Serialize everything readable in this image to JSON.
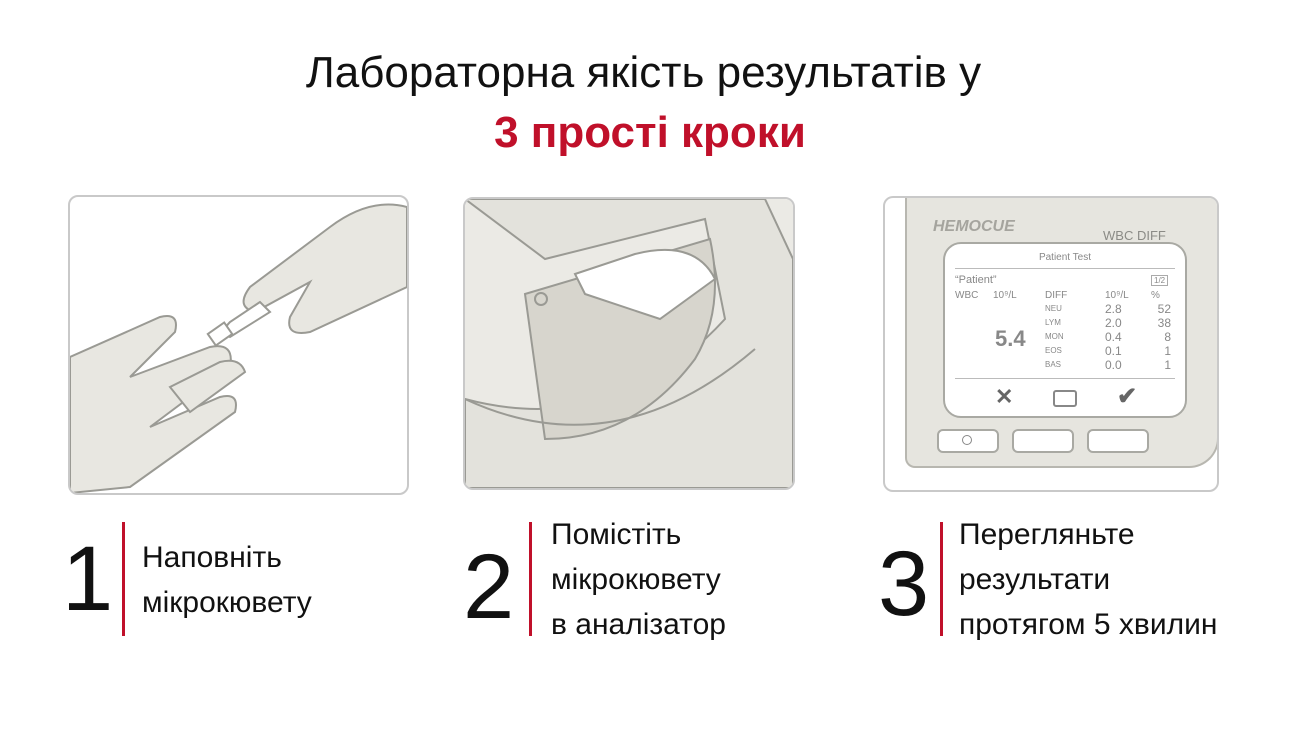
{
  "title": {
    "line1": "Лабораторна якість результатів у",
    "line2": "3 прості кроки"
  },
  "steps": [
    {
      "number": "1",
      "lines": [
        "Наповніть",
        "мікрокювету"
      ]
    },
    {
      "number": "2",
      "lines": [
        "Помістіть",
        "мікрокювету",
        "в аналізатор"
      ]
    },
    {
      "number": "3",
      "lines": [
        "Перегляньте",
        "результати",
        "протягом 5 хвилин"
      ]
    }
  ],
  "device": {
    "brand": "HemoCue",
    "model": "WBC DIFF",
    "screen_title": "Patient Test",
    "patient": "“Patient”",
    "page": "1/2",
    "wbc_label": "WBC",
    "wbc_unit": "10⁹/L",
    "wbc_value": "5.4",
    "diff_header": [
      "DIFF",
      "10⁹/L",
      "%"
    ],
    "rows": [
      [
        "NEU",
        "2.8",
        "52"
      ],
      [
        "LYM",
        "2.0",
        "38"
      ],
      [
        "MON",
        "0.4",
        "8"
      ],
      [
        "EOS",
        "0.1",
        "1"
      ],
      [
        "BAS",
        "0.0",
        "1"
      ]
    ]
  },
  "colors": {
    "accent": "#c0102a"
  }
}
